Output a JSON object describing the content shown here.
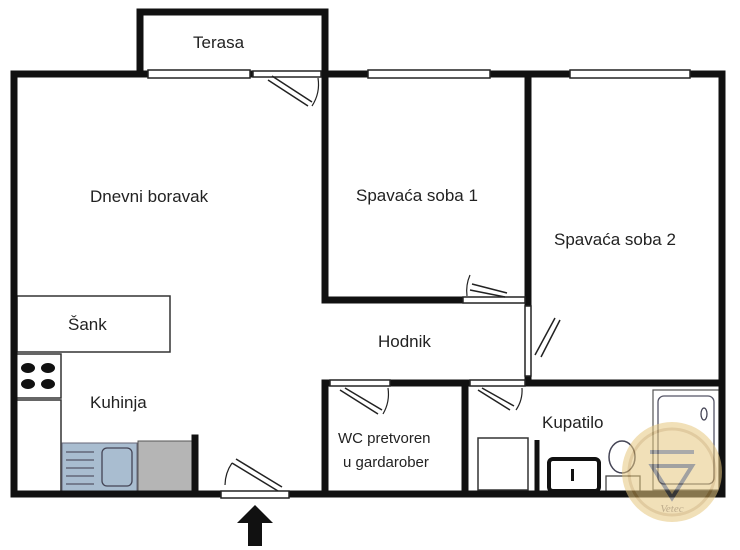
{
  "rooms": {
    "terasa": "Terasa",
    "dnevni_boravak": "Dnevni boravak",
    "spavaca_soba_1": "Spavaća soba 1",
    "spavaca_soba_2": "Spavaća soba 2",
    "sank": "Šank",
    "hodnik": "Hodnik",
    "kuhinja": "Kuhinja",
    "wc_line1": "WC pretvoren",
    "wc_line2": "u gardarober",
    "kupatilo": "Kupatilo"
  },
  "watermark": {
    "text": "Vetec"
  },
  "colors": {
    "wall": "#111111",
    "sink": "#a9bdd0",
    "counter": "#b5b5b5",
    "watermark": "#d8b56a"
  }
}
